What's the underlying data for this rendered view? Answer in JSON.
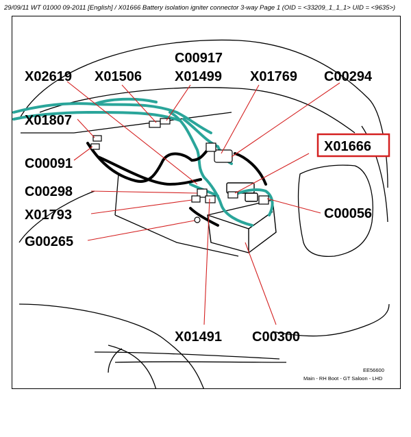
{
  "header": {
    "text": "29/09/11  WT 01000 09-2011 [English] / X01666 Battery isolation igniter connector 3-way  Page 1  (OID = <33209_1_1_1> UID = <9635>)"
  },
  "diagram": {
    "callouts": {
      "c00917": "C00917",
      "x02619": "X02619",
      "x01506": "X01506",
      "x01499": "X01499",
      "x01769": "X01769",
      "c00294": "C00294",
      "x01807": "X01807",
      "x01666": "X01666",
      "c00091": "C00091",
      "c00298": "C00298",
      "c00056": "C00056",
      "x01793": "X01793",
      "g00265": "G00265",
      "x01491": "X01491",
      "c00300": "C00300"
    },
    "highlighted_callout": "X01666",
    "colors": {
      "leader": "#d42020",
      "harness": "#2aa59a",
      "highlight_box": "#d42020",
      "outline": "#000000"
    },
    "ref_code": "EE56600",
    "caption": "Main - RH Boot - GT Saloon - LHD"
  }
}
